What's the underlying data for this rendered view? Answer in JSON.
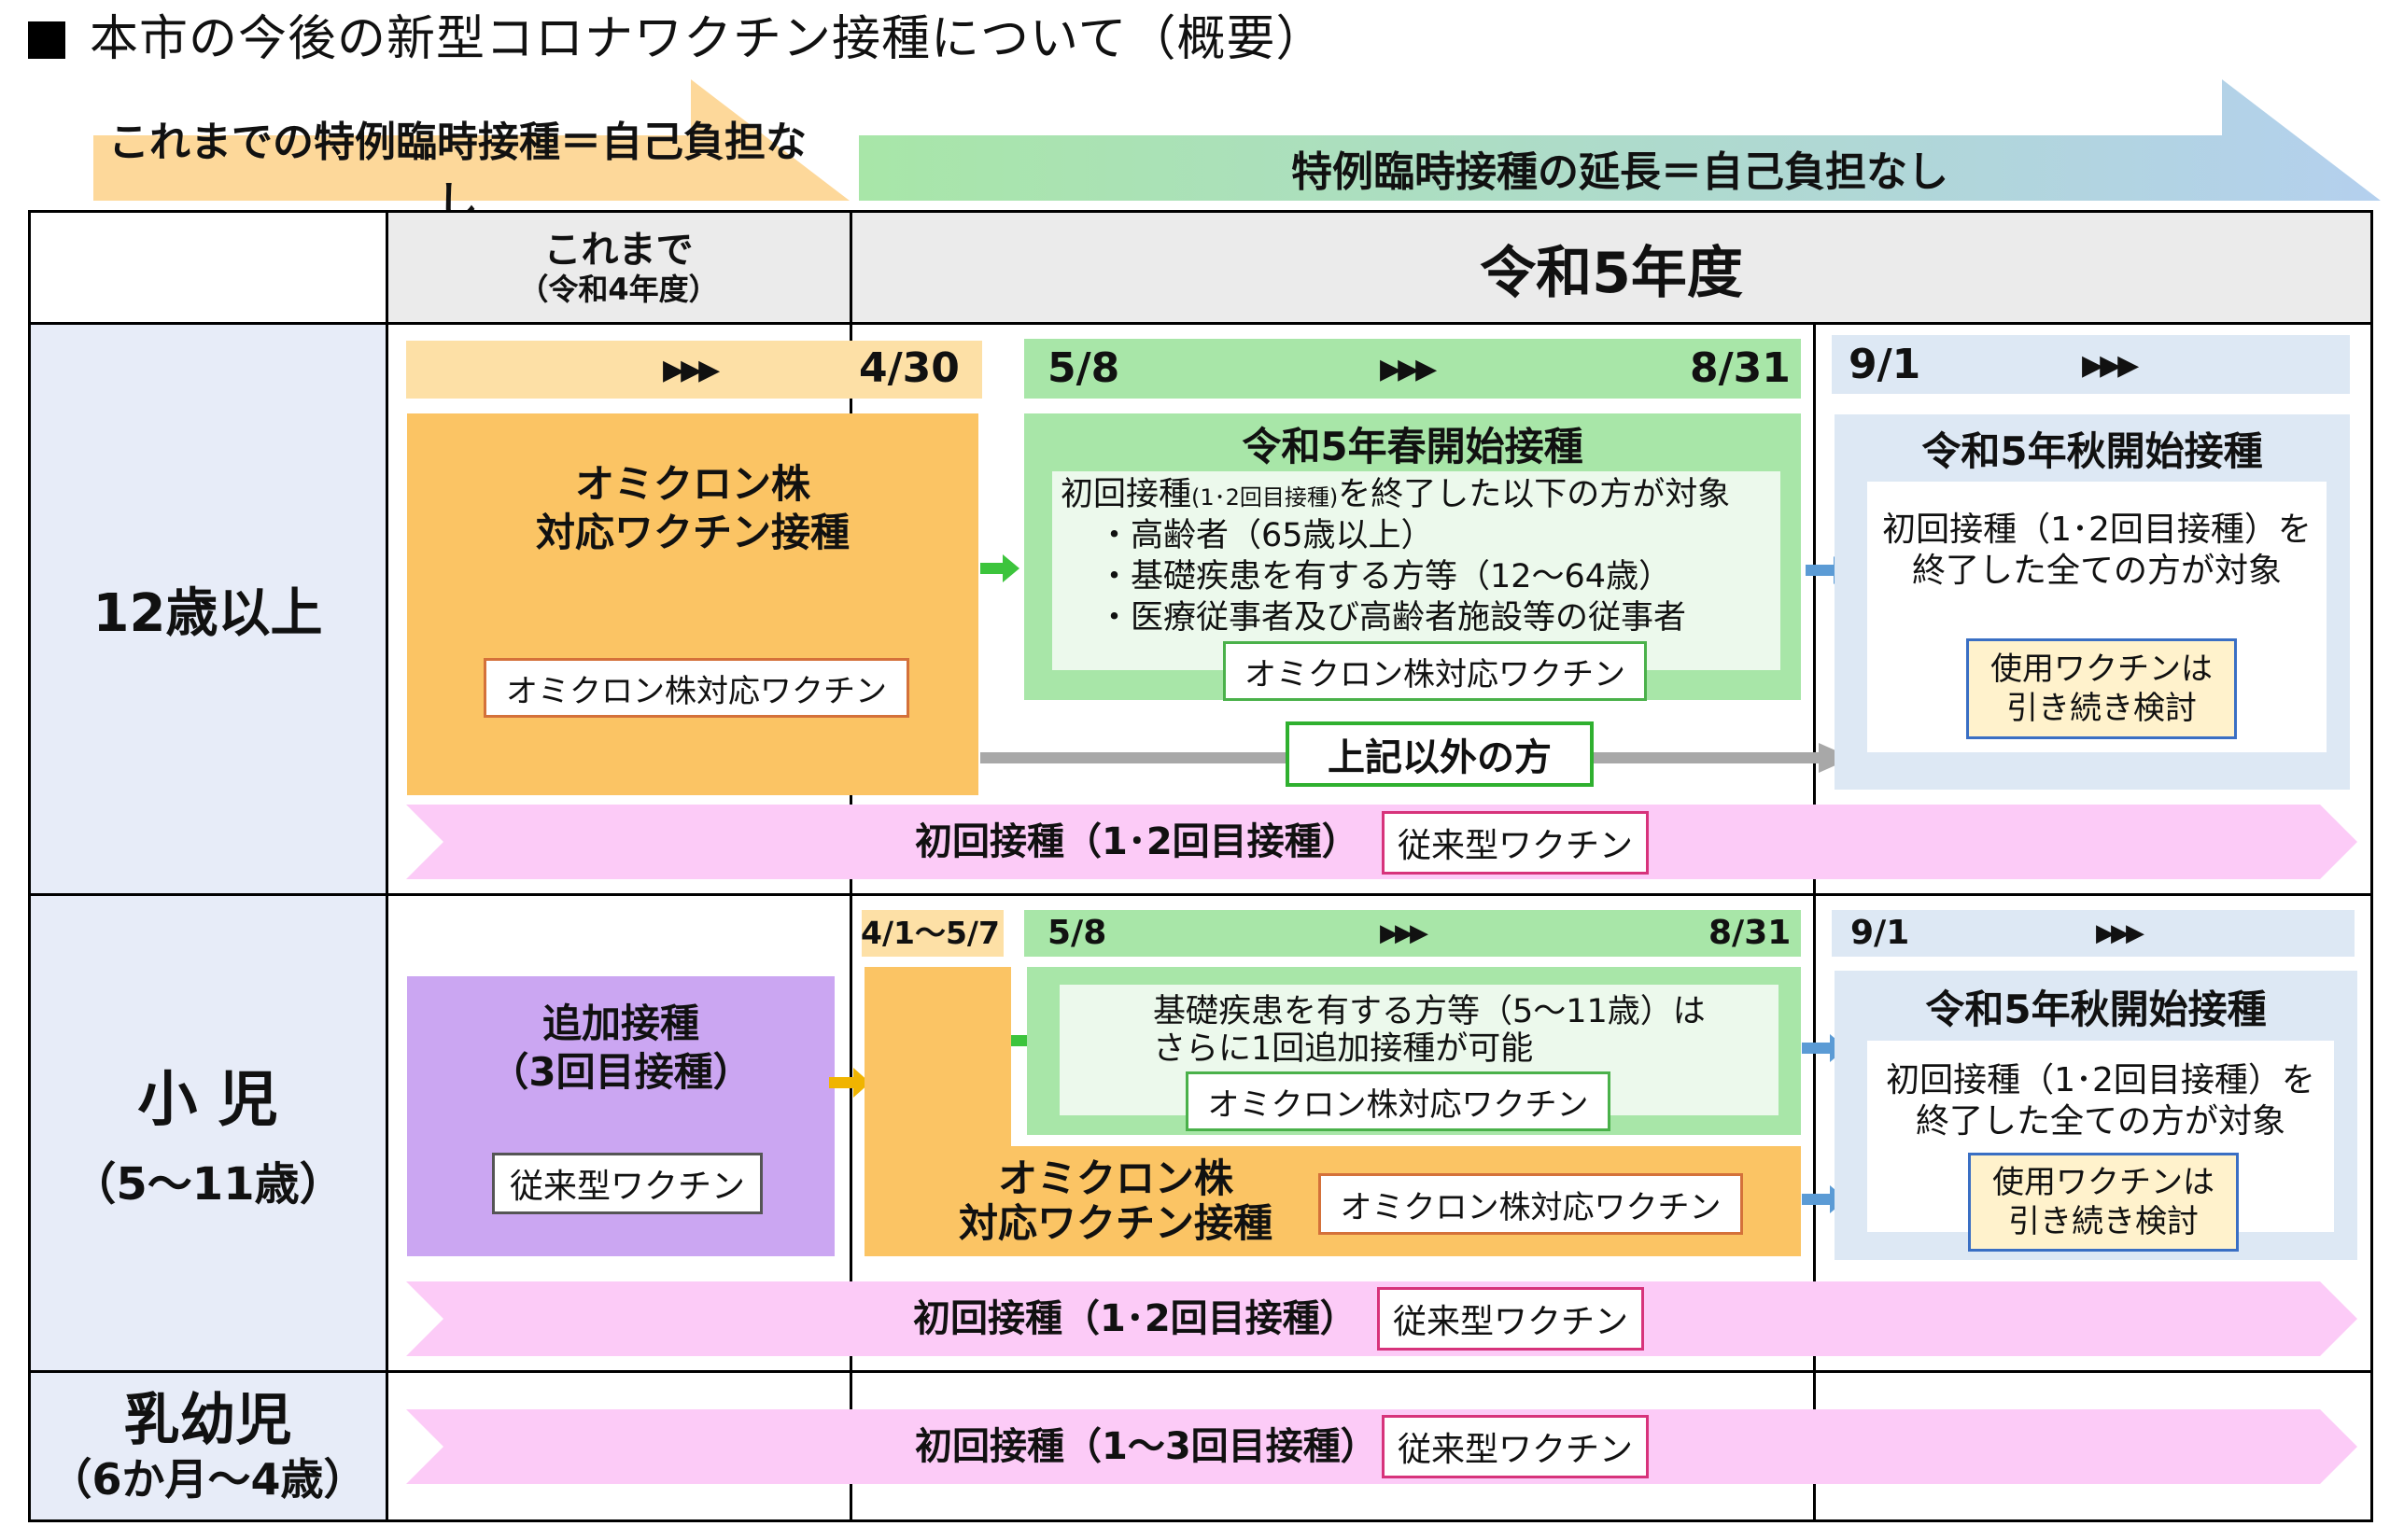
{
  "title": "本市の今後の新型コロナワクチン接種について（概要）",
  "header_arrows": {
    "past": "これまでの特例臨時接種＝自己負担なし",
    "future": "特例臨時接種の延長＝自己負担なし"
  },
  "columns": {
    "past_line1": "これまで",
    "past_line2": "（令和4年度）",
    "current": "令和5年度"
  },
  "rows": {
    "adult": "12歳以上",
    "child_line1": "小 児",
    "child_line2": "（5～11歳）",
    "infant_line1": "乳幼児",
    "infant_line2": "（6か月～4歳）"
  },
  "adult": {
    "timebar": {
      "chev": "▶▶▶",
      "end_past": "4/30",
      "start_spring": "5/8",
      "end_spring": "8/31",
      "start_autumn": "9/1"
    },
    "omicron_title_line1": "オミクロン株",
    "omicron_title_line2": "対応ワクチン接種",
    "omicron_vaccine": "オミクロン株対応ワクチン",
    "spring_title": "令和5年春開始接種",
    "spring_target_a": "初回接種",
    "spring_target_b": "(1･2回目接種)",
    "spring_target_c": "を終了した以下の方が対象",
    "spring_item1": "・高齢者（65歳以上）",
    "spring_item2": "・基礎疾患を有する方等（12～64歳）",
    "spring_item3": "・医療従事者及び高齢者施設等の従事者",
    "spring_vaccine": "オミクロン株対応ワクチン",
    "others": "上記以外の方",
    "autumn_title": "令和5年秋開始接種",
    "autumn_line1": "初回接種（1･2回目接種）を",
    "autumn_line2": "終了した全ての方が対象",
    "autumn_vaccine_line1": "使用ワクチンは",
    "autumn_vaccine_line2": "引き続き検討",
    "primary_text": "初回接種（1･2回目接種）",
    "primary_vaccine": "従来型ワクチン"
  },
  "child": {
    "timebar": {
      "gap": "4/1～5/7",
      "start_spring": "5/8",
      "chev": "▶▶▶",
      "end_spring": "8/31",
      "start_autumn": "9/1"
    },
    "booster_line1": "追加接種",
    "booster_line2": "（3回目接種）",
    "booster_vaccine": "従来型ワクチン",
    "spring_line1": "基礎疾患を有する方等（5～11歳）は",
    "spring_line2": "さらに1回追加接種が可能",
    "spring_vaccine": "オミクロン株対応ワクチン",
    "omicron_line1": "オミクロン株",
    "omicron_line2": "対応ワクチン接種",
    "omicron_vaccine": "オミクロン株対応ワクチン",
    "autumn_title": "令和5年秋開始接種",
    "autumn_line1": "初回接種（1･2回目接種）を",
    "autumn_line2": "終了した全ての方が対象",
    "autumn_vaccine_line1": "使用ワクチンは",
    "autumn_vaccine_line2": "引き続き検討",
    "primary_text": "初回接種（1･2回目接種）",
    "primary_vaccine": "従来型ワクチン"
  },
  "infant": {
    "primary_text": "初回接種（1～3回目接種）",
    "primary_vaccine": "従来型ワクチン"
  },
  "colors": {
    "orange": "#fbc464",
    "orange_light": "#fde0a6",
    "green": "#a8e6a8",
    "blue": "#dde8f4",
    "pink": "#fccbf7",
    "purple": "#cba6f2",
    "row_header": "#e7ecf8"
  }
}
